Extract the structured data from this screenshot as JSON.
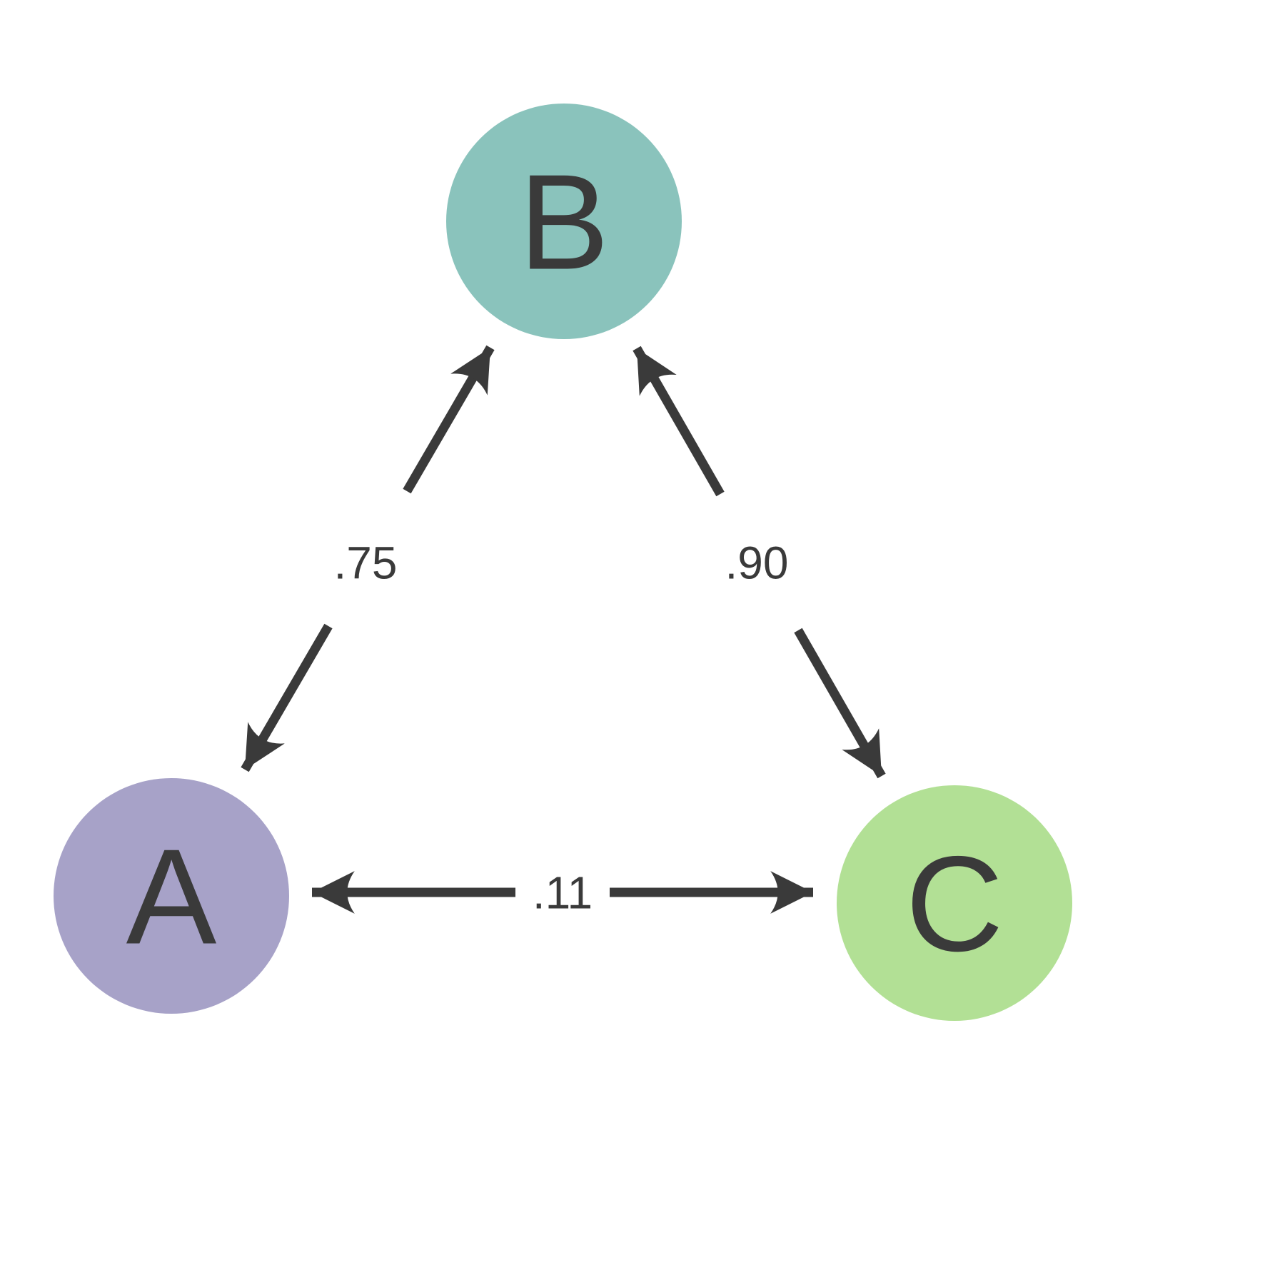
{
  "diagram": {
    "type": "graph",
    "description": "Triangle graph of three nodes connected by bidirectional weighted edges",
    "line_color": "#3a3a3a",
    "text_color": "#3a3a3a",
    "background": "#ffffff",
    "nodes": [
      {
        "id": "A",
        "label": "A",
        "color": "#a7a2c8",
        "position": "bottom-left"
      },
      {
        "id": "B",
        "label": "B",
        "color": "#8ac3bc",
        "position": "top-center"
      },
      {
        "id": "C",
        "label": "C",
        "color": "#b2e095",
        "position": "bottom-right"
      }
    ],
    "edges": [
      {
        "from": "A",
        "to": "B",
        "weight": ".75",
        "bidirectional": true
      },
      {
        "from": "B",
        "to": "C",
        "weight": ".90",
        "bidirectional": true
      },
      {
        "from": "A",
        "to": "C",
        "weight": ".11",
        "bidirectional": true
      }
    ]
  }
}
